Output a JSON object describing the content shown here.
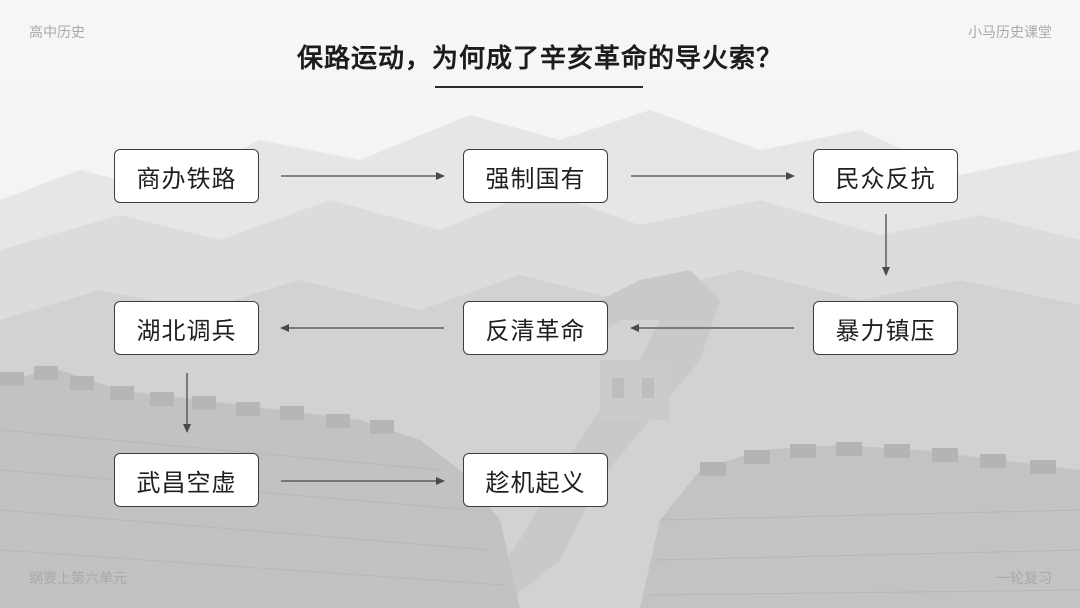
{
  "header": {
    "top_left": "高中历史",
    "top_right": "小马历史课堂"
  },
  "footer": {
    "bottom_left": "纲要上第六单元",
    "bottom_right": "一轮复习"
  },
  "title": "保路运动，为何成了辛亥革命的导火索？",
  "flow": {
    "nodes": [
      "商办铁路",
      "强制国有",
      "民众反抗",
      "湖北调兵",
      "反清革命",
      "暴力镇压",
      "武昌空虚",
      "趁机起义"
    ]
  },
  "colors": {
    "background": "#f3f3f3",
    "node_border": "#3d3d3d",
    "node_fill": "#ffffff",
    "arrow": "#4a4a4a",
    "corner_text": "#a9a9a9"
  }
}
